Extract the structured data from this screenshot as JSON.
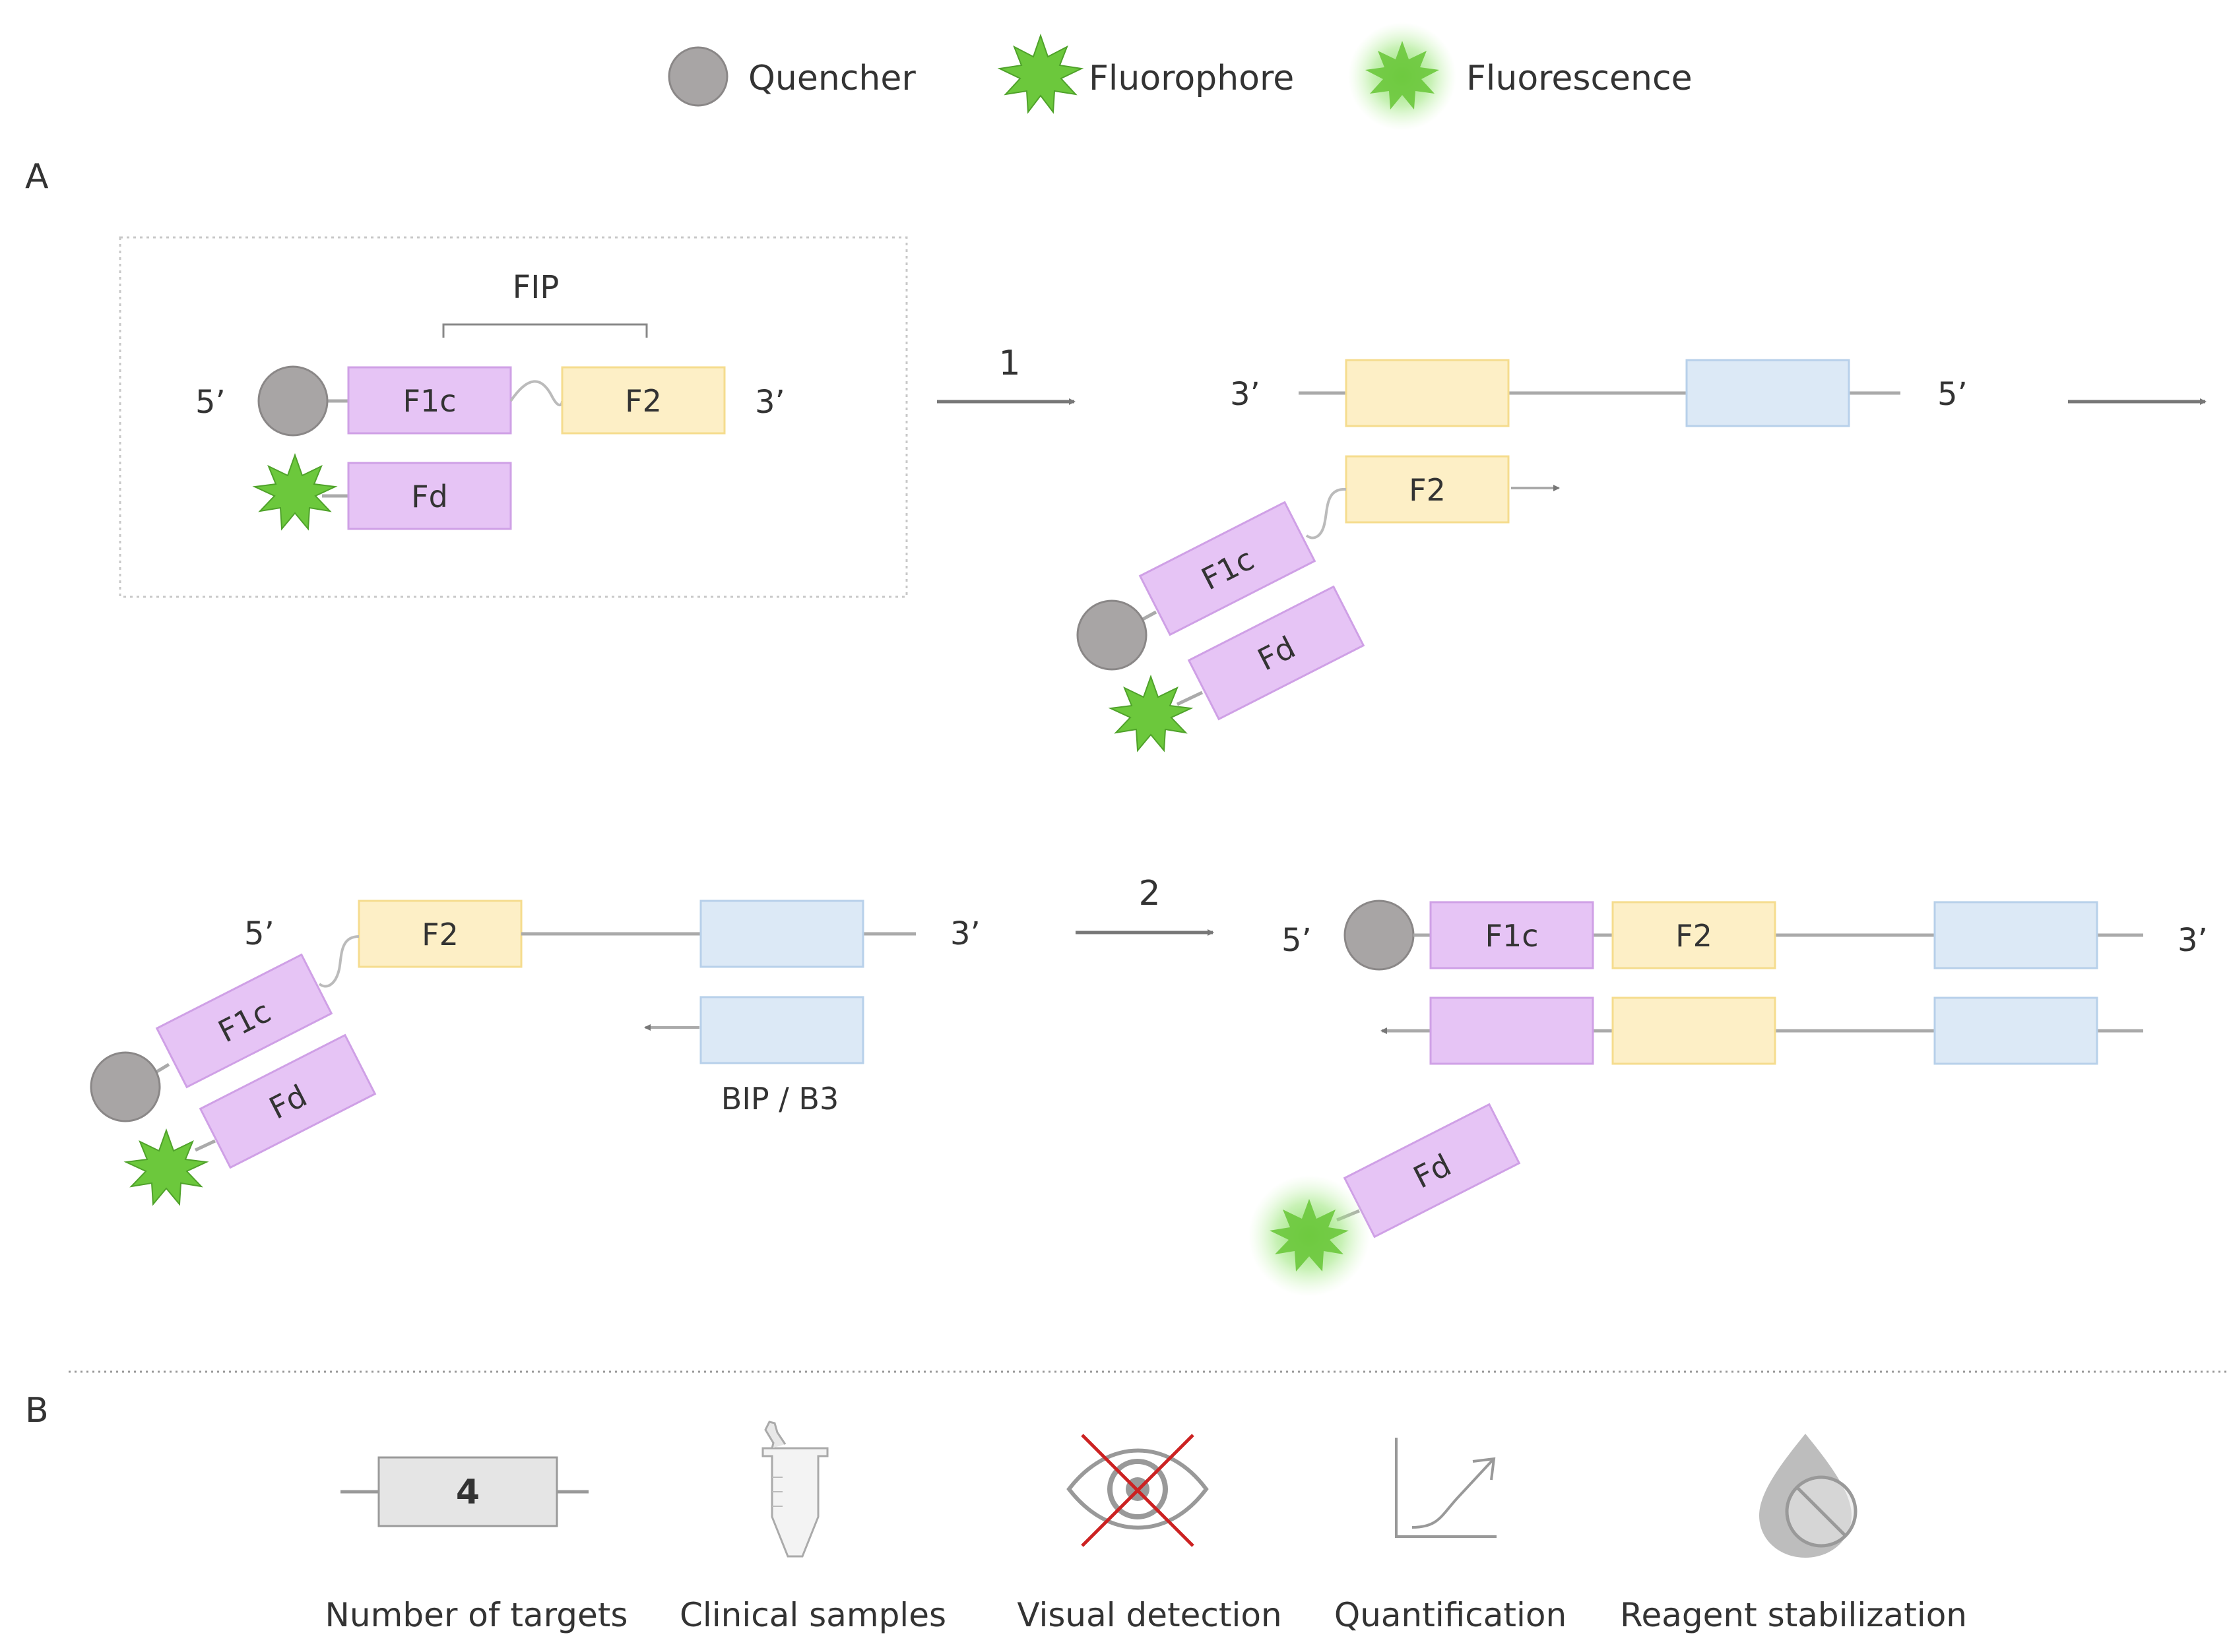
{
  "legend": {
    "quencher": "Quencher",
    "fluorophore": "Fluorophore",
    "fluorescence": "Fluorescence"
  },
  "panels": {
    "a": "A",
    "b": "B"
  },
  "labels": {
    "five_prime": "5’",
    "three_prime": "3’",
    "fip": "FIP",
    "f1c": "F1c",
    "f2": "F2",
    "fd": "Fd",
    "bip_b3": "BIP / B3",
    "step1": "1",
    "step2": "2"
  },
  "icons": {
    "targets_count": "4",
    "targets_label": "Number of targets",
    "clinical_label": "Clinical samples",
    "visual_label": "Visual detection",
    "quant_label": "Quantification",
    "stabil_label": "Reagent stabilization"
  },
  "colors": {
    "purple": "#e6c4f5",
    "purple_stroke": "#cfa0e6",
    "yellow": "#fdefc6",
    "yellow_stroke": "#f5dc8e",
    "blue": "#dce9f6",
    "blue_stroke": "#b7d0ea",
    "quencher": "#a8a5a5",
    "fluor": "#6cc83c",
    "line": "#aaaaaa",
    "red": "#cc2222"
  }
}
